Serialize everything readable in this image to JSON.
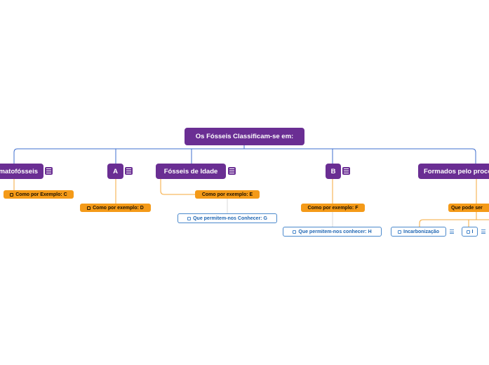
{
  "root": {
    "label": "Os Fósseis Classificam-se em:"
  },
  "topics": {
    "t1": "Somatofósseis",
    "t2": "A",
    "t3": "Fósseis de Idade",
    "t4": "B",
    "t5": "Formados pelo processo de"
  },
  "subtopics": {
    "s1": "Como por Exemplo: C",
    "s2": "Como por exemplo: D",
    "s3": "Como por exemplo: E",
    "s4": "Como por exemplo: F",
    "s5": "Que pode ser"
  },
  "leaves": {
    "l1": "Que permitem-nos Conhecer: G",
    "l2": "Que permitem-nos conhecer: H",
    "l3": "Incarbonização",
    "l4": "I"
  },
  "colors": {
    "topic": "#6a2e93",
    "subtopic": "#f49a18",
    "leaf_border": "#4b89cc",
    "link_root": "#3f6fcf",
    "link_orange": "#f6a93b"
  },
  "icons": {
    "menu": "notes-menu-icon",
    "checkbox": "checkbox-icon"
  }
}
